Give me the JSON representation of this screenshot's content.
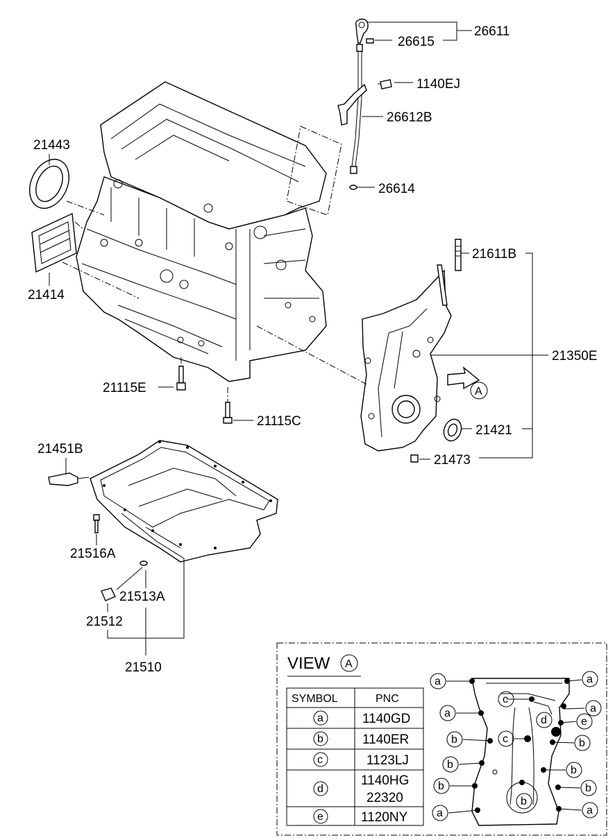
{
  "parts": {
    "p26611": "26611",
    "p26615": "26615",
    "p1140EJ": "1140EJ",
    "p26612B": "26612B",
    "p26614": "26614",
    "p21443": "21443",
    "p21414": "21414",
    "p21611B": "21611B",
    "p21350E": "21350E",
    "p21115E": "21115E",
    "p21115C": "21115C",
    "p21421": "21421",
    "p21473": "21473",
    "p21451B": "21451B",
    "p21516A": "21516A",
    "p21513A": "21513A",
    "p21512": "21512",
    "p21510": "21510",
    "arrow_letter": "A"
  },
  "view": {
    "title": "VIEW",
    "letter": "A",
    "table": {
      "col_symbol": "SYMBOL",
      "col_pnc": "PNC",
      "rows": [
        {
          "symbol": "a",
          "pnc": "1140GD"
        },
        {
          "symbol": "b",
          "pnc": "1140ER"
        },
        {
          "symbol": "c",
          "pnc": "1123LJ"
        },
        {
          "symbol": "d",
          "pnc": "1140HG",
          "pnc2": "22320"
        },
        {
          "symbol": "e",
          "pnc": "1120NY"
        }
      ]
    },
    "callouts": {
      "a": "a",
      "b": "b",
      "c": "c",
      "d": "d",
      "e": "e"
    }
  }
}
